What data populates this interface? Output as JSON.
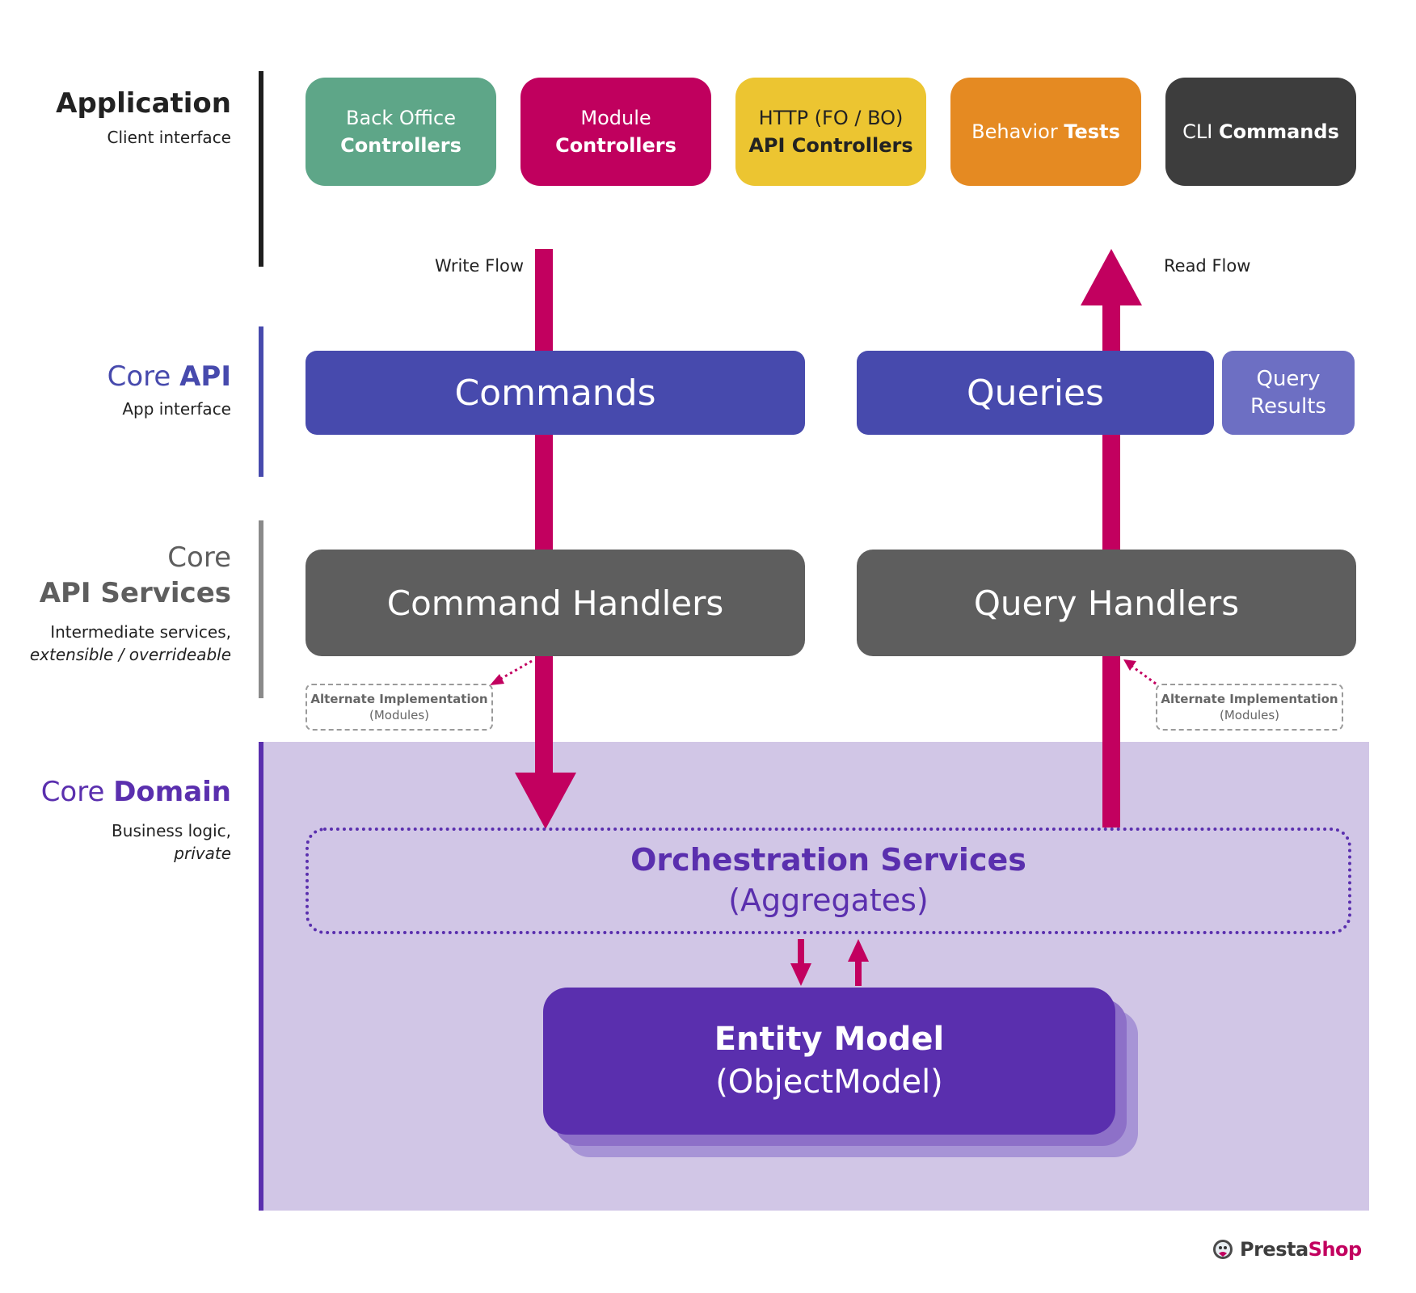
{
  "layers": {
    "application": {
      "title": "Application",
      "subtitle": "Client interface"
    },
    "core_api": {
      "title_light": "Core ",
      "title_bold": "API",
      "subtitle": "App interface"
    },
    "core_api_services": {
      "title_light": "Core",
      "title_bold": "API Services",
      "subtitle": "Intermediate services,",
      "subtitle_italic": "extensible / overrideable"
    },
    "core_domain": {
      "title_light": "Core ",
      "title_bold": "Domain",
      "subtitle": "Business logic,",
      "subtitle_italic": "private"
    }
  },
  "application_boxes": [
    {
      "line1": "Back Office",
      "line2": "Controllers",
      "color": "#5ea688"
    },
    {
      "line1": "Module",
      "line2": "Controllers",
      "color": "#c0005e"
    },
    {
      "line1": "HTTP (FO / BO)",
      "line2": "API Controllers",
      "color": "#ecc531"
    },
    {
      "line1": "Behavior ",
      "line2": "Tests",
      "color": "#e58a22"
    },
    {
      "line1": "CLI ",
      "line2": "Commands",
      "color": "#3d3d3d"
    }
  ],
  "flows": {
    "write_label": "Write Flow",
    "read_label": "Read Flow",
    "arrow_color": "#c2005f"
  },
  "core_api_boxes": {
    "commands": "Commands",
    "queries": "Queries",
    "query_results_line1": "Query",
    "query_results_line2": "Results",
    "color": "#474aad",
    "results_color": "#6d6fc3"
  },
  "handlers": {
    "command_handlers": "Command Handlers",
    "query_handlers": "Query Handlers",
    "color": "#5e5e5e"
  },
  "alternate": {
    "title": "Alternate Implementation",
    "subtitle": "(Modules)"
  },
  "orchestration": {
    "title": "Orchestration Services",
    "subtitle": "(Aggregates)",
    "color": "#5a2fae"
  },
  "entity": {
    "title": "Entity Model",
    "subtitle": "(ObjectModel)",
    "color": "#5a2fae"
  },
  "domain_background": "#d1c6e6",
  "logo": {
    "text_main": "Presta",
    "text_accent": "Shop"
  }
}
